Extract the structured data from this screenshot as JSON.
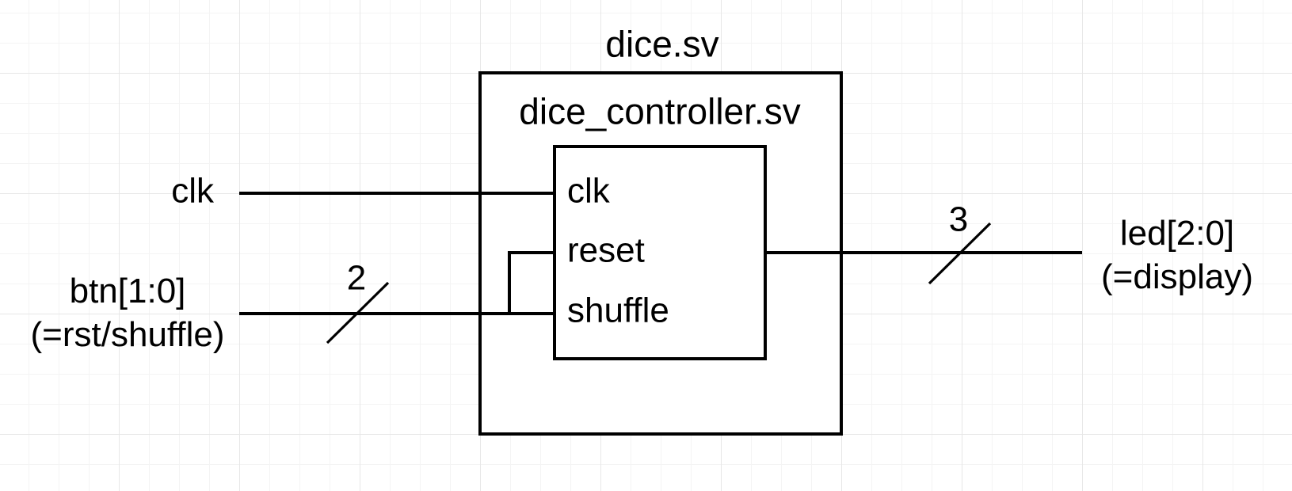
{
  "colors": {
    "background": "#ffffff",
    "grid_minor": "#f4f4f4",
    "grid_major": "#e7e7e7",
    "stroke": "#000000",
    "text": "#000000"
  },
  "diagram": {
    "outer_module": {
      "title": "dice.sv"
    },
    "inner_module": {
      "title": "dice_controller.sv",
      "ports": [
        {
          "name": "clk"
        },
        {
          "name": "reset"
        },
        {
          "name": "shuffle"
        }
      ]
    },
    "inputs": {
      "clk": {
        "label": "clk"
      },
      "btn": {
        "label": "btn[1:0]",
        "sublabel": "(=rst/shuffle)",
        "bus_width": "2"
      }
    },
    "outputs": {
      "led": {
        "label": "led[2:0]",
        "sublabel": "(=display)",
        "bus_width": "3"
      }
    }
  }
}
